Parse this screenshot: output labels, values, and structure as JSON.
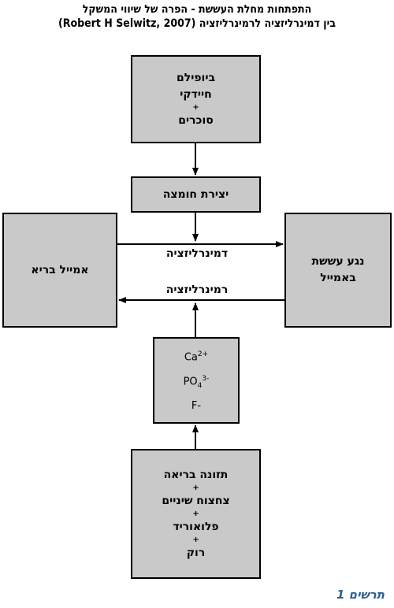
{
  "title": {
    "line1": "התפתחות מחלת העששת - הפרה של שיווי המשקל",
    "line2": "בין דמינרליזציה לרמינרליזציה  (Robert H Selwitz, 2007)"
  },
  "boxes": {
    "biofilm": {
      "line1": "ביופילם",
      "line2": "חיידקי",
      "plus": "+",
      "line3": "סוכרים"
    },
    "acid": {
      "label": "יצירת חומצה"
    },
    "healthy_enamel": {
      "label": "אמייל בריא"
    },
    "lesion": {
      "line1": "נגע עששת",
      "line2": "באמייל"
    },
    "ions": {
      "ca": "Ca",
      "ca_sup": "2+",
      "po": "PO",
      "po_sub": "4",
      "po_sup": "3-",
      "f": "F-"
    },
    "factors": {
      "line1": "תזונה בריאה",
      "plus1": "+",
      "line2": "צחצוח שיניים",
      "plus2": "+",
      "line3": "פלואוריד",
      "plus3": "+",
      "line4": "רוק"
    }
  },
  "labels": {
    "demineralization": "דמינרליזציה",
    "remineralization": "רמינרליזציה"
  },
  "caption": "תרשים 1"
}
